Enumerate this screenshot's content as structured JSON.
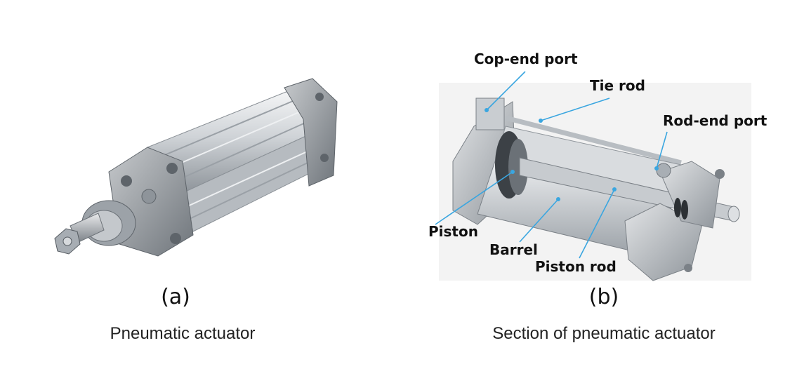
{
  "panels": [
    {
      "letter": "(a)",
      "caption": "Pneumatic actuator"
    },
    {
      "letter": "(b)",
      "caption": "Section of pneumatic actuator",
      "callouts": [
        "Cop-end port",
        "Tie rod",
        "Rod-end port",
        "Piston",
        "Barrel",
        "Piston rod"
      ]
    }
  ],
  "colors": {
    "leader": "#3aa6e0",
    "metal_light": "#d8dbdf",
    "metal_mid": "#a9aeb4",
    "metal_dark": "#6d7379",
    "background_b": "#f3f3f3"
  }
}
